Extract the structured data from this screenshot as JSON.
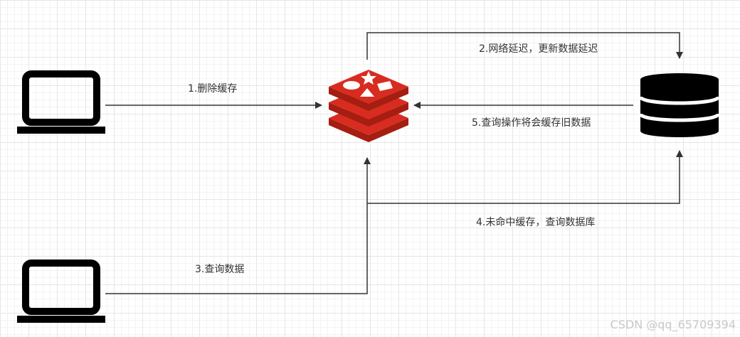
{
  "diagram": {
    "edges": {
      "step1": "1.删除缓存",
      "step2": "2.网络延迟，更新数据延迟",
      "step3": "3.查询数据",
      "step4": "4.未命中缓存，查询数据库",
      "step5": "5.查询操作将会缓存旧数据"
    }
  },
  "watermark": "CSDN @qq_65709394",
  "colors": {
    "line": "#333333",
    "redis_red": "#d82c20",
    "icon_black": "#000000"
  }
}
